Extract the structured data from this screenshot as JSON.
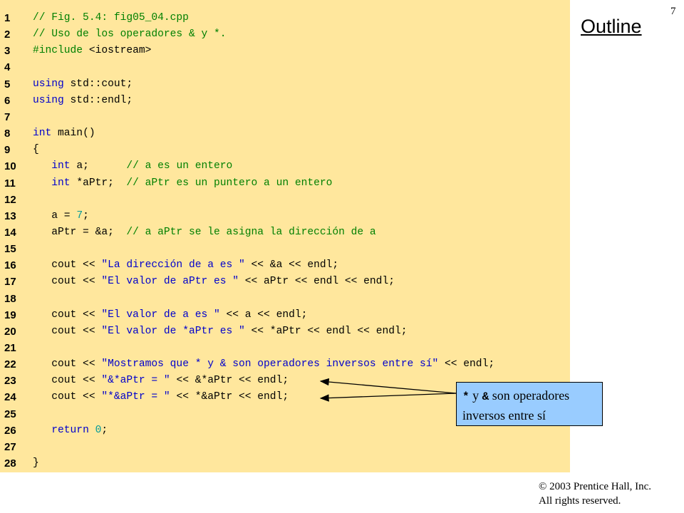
{
  "slide_number": "7",
  "outline_label": "Outline",
  "code_lines": [
    {
      "n": "1",
      "t": [
        [
          "c",
          "// Fig. 5.4: fig05_04.cpp"
        ]
      ]
    },
    {
      "n": "2",
      "t": [
        [
          "c",
          "// Uso de los operadores & y *."
        ]
      ]
    },
    {
      "n": "3",
      "t": [
        [
          "c",
          "#include "
        ],
        [
          "p",
          "<iostream>"
        ]
      ]
    },
    {
      "n": "4",
      "t": []
    },
    {
      "n": "5",
      "t": [
        [
          "k",
          "using"
        ],
        [
          "p",
          " std::cout;"
        ]
      ]
    },
    {
      "n": "6",
      "t": [
        [
          "k",
          "using"
        ],
        [
          "p",
          " std::endl;"
        ]
      ]
    },
    {
      "n": "7",
      "t": []
    },
    {
      "n": "8",
      "t": [
        [
          "k",
          "int"
        ],
        [
          "p",
          " main()"
        ]
      ]
    },
    {
      "n": "9",
      "t": [
        [
          "p",
          "{"
        ]
      ]
    },
    {
      "n": "10",
      "t": [
        [
          "p",
          "   "
        ],
        [
          "k",
          "int"
        ],
        [
          "p",
          " a;      "
        ],
        [
          "c",
          "// a es un entero"
        ]
      ]
    },
    {
      "n": "11",
      "t": [
        [
          "p",
          "   "
        ],
        [
          "k",
          "int"
        ],
        [
          "p",
          " *aPtr;  "
        ],
        [
          "c",
          "// aPtr es un puntero a un entero"
        ]
      ]
    },
    {
      "n": "12",
      "t": []
    },
    {
      "n": "13",
      "t": [
        [
          "p",
          "   a = "
        ],
        [
          "n",
          "7"
        ],
        [
          "p",
          ";"
        ]
      ]
    },
    {
      "n": "14",
      "t": [
        [
          "p",
          "   aPtr = &a;  "
        ],
        [
          "c",
          "// a aPtr se le asigna la dirección de a"
        ]
      ]
    },
    {
      "n": "15",
      "t": []
    },
    {
      "n": "16",
      "t": [
        [
          "p",
          "   cout << "
        ],
        [
          "s",
          "\"La dirección de a es \""
        ],
        [
          "p",
          " << &a << endl;"
        ]
      ]
    },
    {
      "n": "17",
      "t": [
        [
          "p",
          "   cout << "
        ],
        [
          "s",
          "\"El valor de aPtr es \""
        ],
        [
          "p",
          " << aPtr << endl << endl;"
        ]
      ]
    },
    {
      "n": "18",
      "t": []
    },
    {
      "n": "19",
      "t": [
        [
          "p",
          "   cout << "
        ],
        [
          "s",
          "\"El valor de a es \""
        ],
        [
          "p",
          " << a << endl;"
        ]
      ]
    },
    {
      "n": "20",
      "t": [
        [
          "p",
          "   cout << "
        ],
        [
          "s",
          "\"El valor de *aPtr es \""
        ],
        [
          "p",
          " << *aPtr << endl << endl;"
        ]
      ]
    },
    {
      "n": "21",
      "t": []
    },
    {
      "n": "22",
      "t": [
        [
          "p",
          "   cout << "
        ],
        [
          "s",
          "\"Mostramos que * y & son operadores inversos entre sí\""
        ],
        [
          "p",
          " << endl;"
        ]
      ]
    },
    {
      "n": "23",
      "t": [
        [
          "p",
          "   cout << "
        ],
        [
          "s",
          "\"&*aPtr = \""
        ],
        [
          "p",
          " << &*aPtr << endl;"
        ]
      ]
    },
    {
      "n": "24",
      "t": [
        [
          "p",
          "   cout << "
        ],
        [
          "s",
          "\"*&aPtr = \""
        ],
        [
          "p",
          " << *&aPtr << endl;"
        ]
      ]
    },
    {
      "n": "25",
      "t": []
    },
    {
      "n": "26",
      "t": [
        [
          "p",
          "   "
        ],
        [
          "k",
          "return"
        ],
        [
          "p",
          " "
        ],
        [
          "n",
          "0"
        ],
        [
          "p",
          ";"
        ]
      ]
    },
    {
      "n": "27",
      "t": []
    },
    {
      "n": "28",
      "t": [
        [
          "p",
          "}"
        ]
      ]
    }
  ],
  "callout": {
    "op1": "*",
    "mid1": " y ",
    "op2": "&",
    "mid2": " son operadores",
    "line2": "inversos entre sí"
  },
  "copyright": {
    "line1": "© 2003 Prentice Hall, Inc.",
    "line2": "All rights reserved."
  }
}
